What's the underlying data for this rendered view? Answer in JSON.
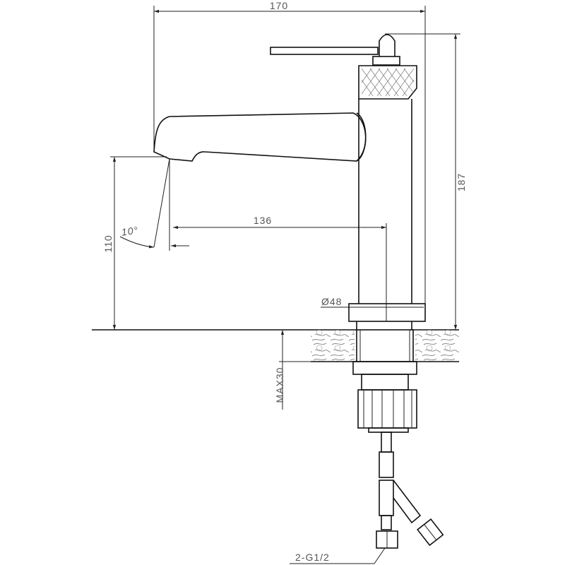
{
  "title": "Basin faucet dimension drawing",
  "dimensions": {
    "overall_width": "170",
    "overall_height": "187",
    "spout_height": "110",
    "spout_reach": "136",
    "spout_angle": "10°",
    "base_diameter": "Ø48",
    "max_counter_thickness": "MAX30",
    "connection": "2-G1/2"
  },
  "colors": {
    "line": "#111111",
    "label": "#555555"
  }
}
